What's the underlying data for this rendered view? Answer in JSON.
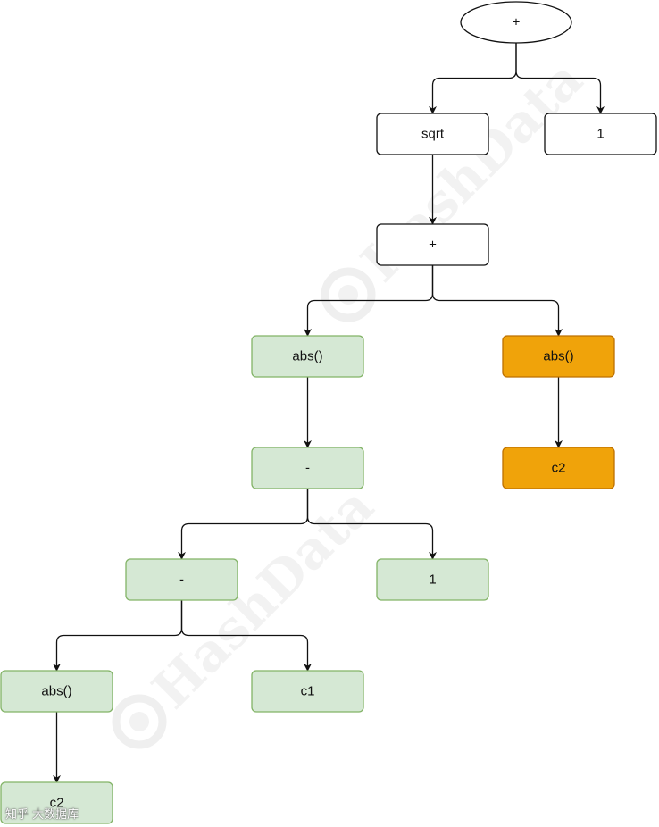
{
  "watermark": {
    "text": "HashData",
    "bottom_mark": "知乎 大数据库"
  },
  "colors": {
    "white_fill": "#ffffff",
    "white_stroke": "#111111",
    "green_fill": "#d5e8d4",
    "green_stroke": "#82b366",
    "orange_fill": "#f0a30a",
    "orange_stroke": "#bd7000",
    "edge": "#111111"
  },
  "nodes": [
    {
      "id": "root-plus",
      "label": "+",
      "style": "white",
      "shape": "ellipse"
    },
    {
      "id": "sqrt",
      "label": "sqrt",
      "style": "white",
      "shape": "rect"
    },
    {
      "id": "one-top",
      "label": "1",
      "style": "white",
      "shape": "rect"
    },
    {
      "id": "plus-inner",
      "label": "+",
      "style": "white",
      "shape": "rect"
    },
    {
      "id": "abs-left",
      "label": "abs()",
      "style": "green",
      "shape": "rect"
    },
    {
      "id": "abs-right",
      "label": "abs()",
      "style": "orange",
      "shape": "rect"
    },
    {
      "id": "minus-upper",
      "label": "-",
      "style": "green",
      "shape": "rect"
    },
    {
      "id": "c2-right",
      "label": "c2",
      "style": "orange",
      "shape": "rect"
    },
    {
      "id": "minus-lower",
      "label": "-",
      "style": "green",
      "shape": "rect"
    },
    {
      "id": "one-mid",
      "label": "1",
      "style": "green",
      "shape": "rect"
    },
    {
      "id": "abs-bottom",
      "label": "abs()",
      "style": "green",
      "shape": "rect"
    },
    {
      "id": "c1",
      "label": "c1",
      "style": "green",
      "shape": "rect"
    },
    {
      "id": "c2-bottom",
      "label": "c2",
      "style": "green",
      "shape": "rect"
    }
  ],
  "edges": [
    {
      "from": "root-plus",
      "to": "sqrt"
    },
    {
      "from": "root-plus",
      "to": "one-top"
    },
    {
      "from": "sqrt",
      "to": "plus-inner"
    },
    {
      "from": "plus-inner",
      "to": "abs-left"
    },
    {
      "from": "plus-inner",
      "to": "abs-right"
    },
    {
      "from": "abs-left",
      "to": "minus-upper"
    },
    {
      "from": "abs-right",
      "to": "c2-right"
    },
    {
      "from": "minus-upper",
      "to": "minus-lower"
    },
    {
      "from": "minus-upper",
      "to": "one-mid"
    },
    {
      "from": "minus-lower",
      "to": "abs-bottom"
    },
    {
      "from": "minus-lower",
      "to": "c1"
    },
    {
      "from": "abs-bottom",
      "to": "c2-bottom"
    }
  ]
}
